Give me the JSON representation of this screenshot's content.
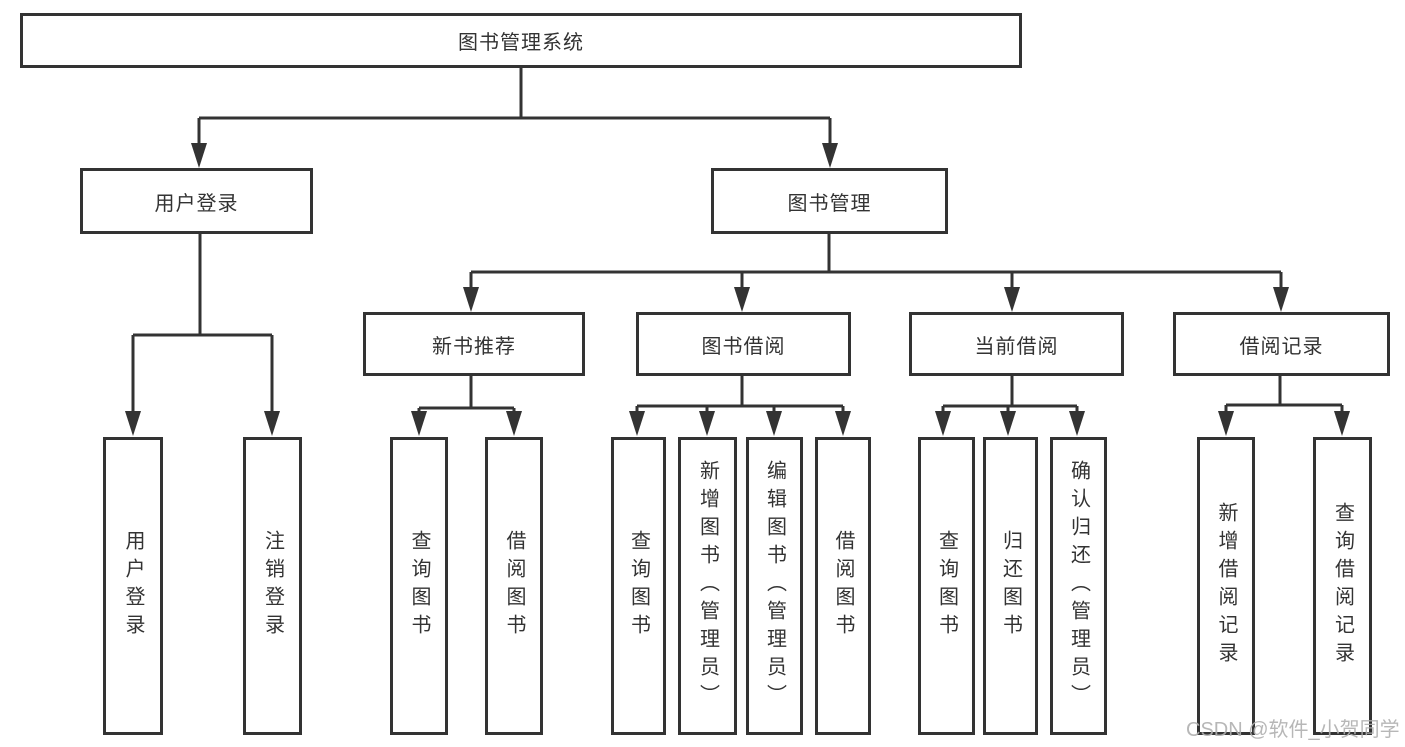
{
  "colors": {
    "line": "#333333",
    "box_border": "#333333",
    "text": "#333333",
    "background": "#ffffff",
    "watermark": "#b0b0b0"
  },
  "tree": {
    "root": {
      "label": "图书管理系统",
      "children": [
        {
          "label": "用户登录",
          "children": [
            {
              "label": "用户登录"
            },
            {
              "label": "注销登录"
            }
          ]
        },
        {
          "label": "图书管理",
          "children": [
            {
              "label": "新书推荐",
              "children": [
                {
                  "label": "查询图书"
                },
                {
                  "label": "借阅图书"
                }
              ]
            },
            {
              "label": "图书借阅",
              "children": [
                {
                  "label": "查询图书"
                },
                {
                  "label": "新增图书（管理员）"
                },
                {
                  "label": "编辑图书（管理员）"
                },
                {
                  "label": "借阅图书"
                }
              ]
            },
            {
              "label": "当前借阅",
              "children": [
                {
                  "label": "查询图书"
                },
                {
                  "label": "归还图书"
                },
                {
                  "label": "确认归还（管理员）"
                }
              ]
            },
            {
              "label": "借阅记录",
              "children": [
                {
                  "label": "新增借阅记录"
                },
                {
                  "label": "查询借阅记录"
                }
              ]
            }
          ]
        }
      ]
    }
  },
  "watermark": {
    "text": "CSDN @软件_小贺同学"
  }
}
